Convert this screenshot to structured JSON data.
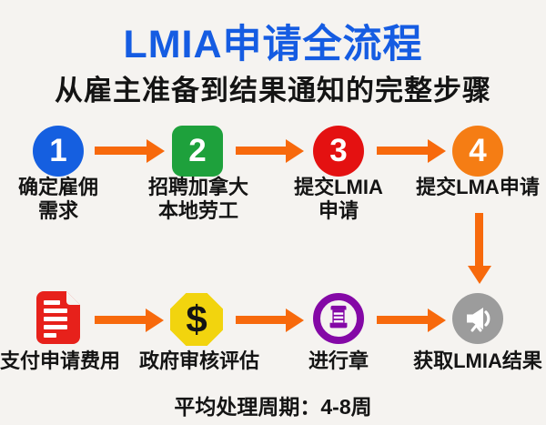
{
  "title": "LMIA申请全流程",
  "subtitle": "从雇主准备到结果通知的完整步骤",
  "steps_top": [
    {
      "number": "1",
      "shape": "circle",
      "color": "#155fe0",
      "label": "确定雇佣\n需求"
    },
    {
      "number": "2",
      "shape": "rounded-square",
      "color": "#1ea13c",
      "label": "招聘加拿大\n本地劳工"
    },
    {
      "number": "3",
      "shape": "circle",
      "color": "#e41111",
      "label": "提交LMIA\n申请"
    },
    {
      "number": "4",
      "shape": "circle",
      "color": "#f57d14",
      "label": "提交LMA申请"
    }
  ],
  "steps_bottom": [
    {
      "icon": "document-icon",
      "color": "#e7211b",
      "label": "支付申请费用"
    },
    {
      "icon": "dollar-octagon-icon",
      "color": "#f2d40e",
      "symbol": "$",
      "label": "政府审核评估"
    },
    {
      "icon": "stamp-icon",
      "color": "#8408a6",
      "label": "进行章"
    },
    {
      "icon": "megaphone-icon",
      "color": "#9c9c9c",
      "label": "获取LMIA结果"
    }
  ],
  "footer": "平均处理周期：4-8周",
  "colors": {
    "title": "#155ce2",
    "text": "#141414",
    "arrow": "#f7690c",
    "background": "#f5f3f0"
  }
}
